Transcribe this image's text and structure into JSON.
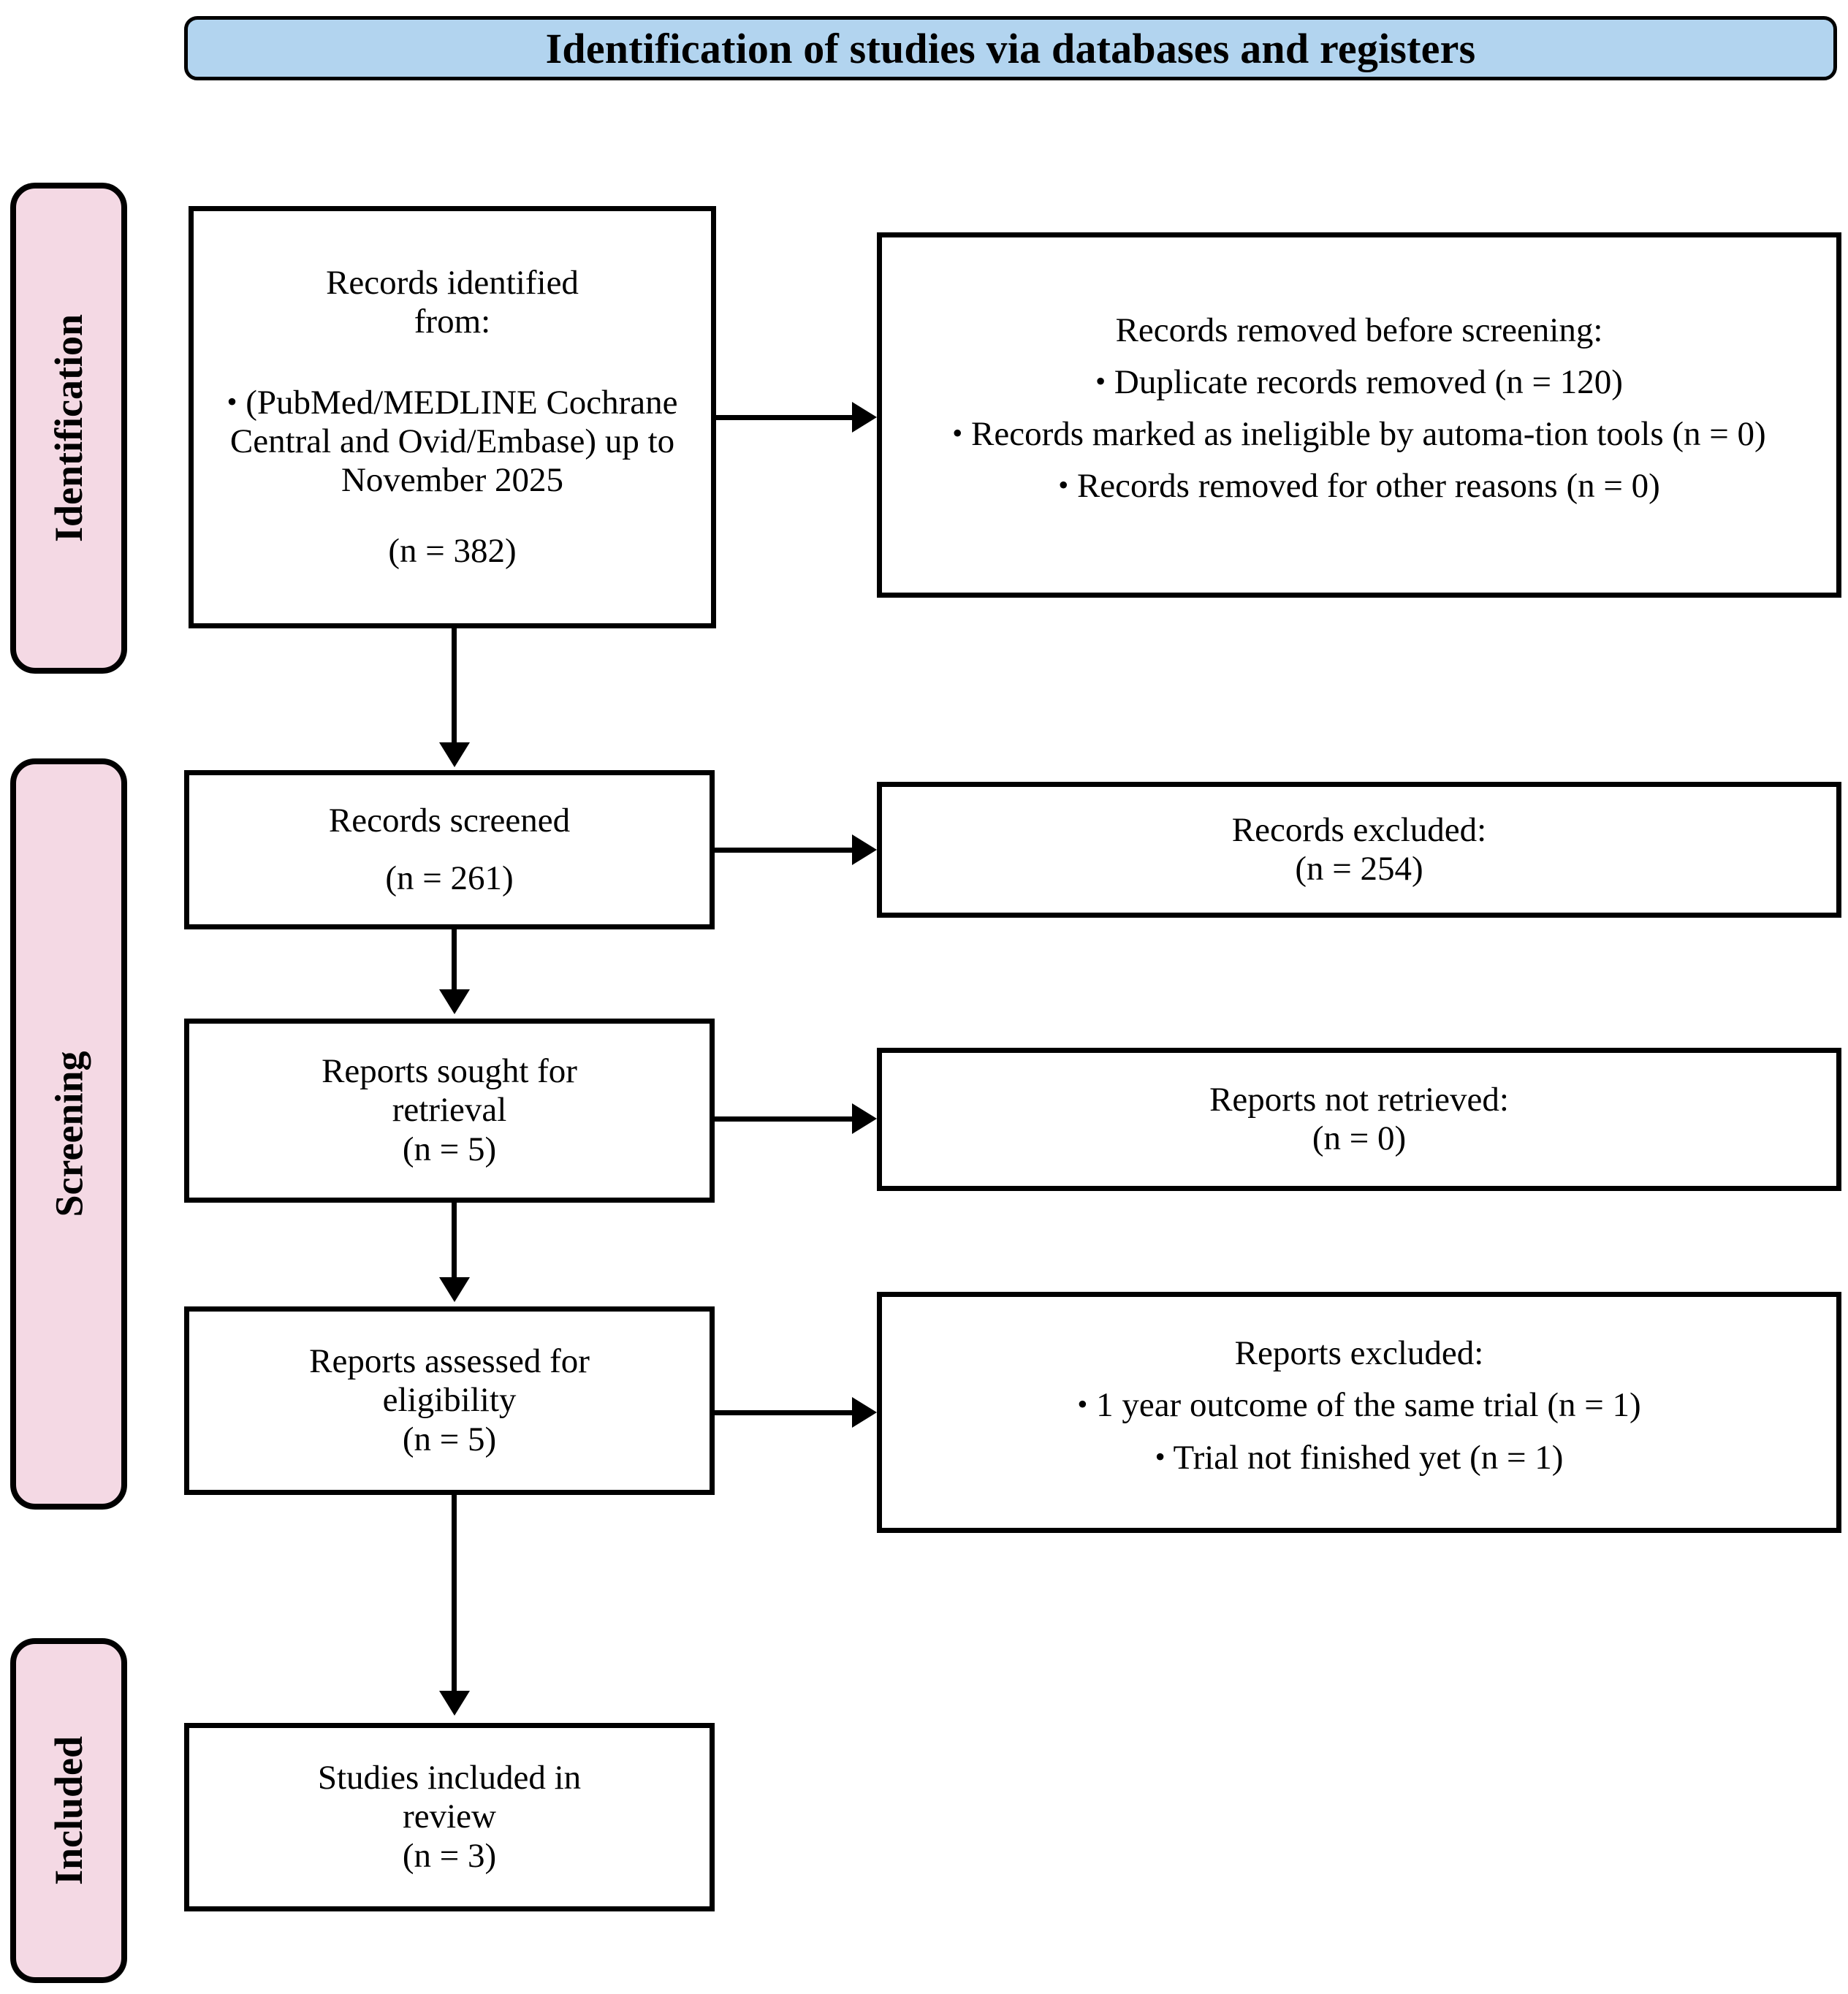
{
  "colors": {
    "banner_bg": "#b2d4ef",
    "phase_bg": "#f4d9e4",
    "border": "#000000",
    "page_bg": "#ffffff"
  },
  "banner": {
    "title": "Identification of studies via databases and registers"
  },
  "phases": [
    {
      "id": "identification",
      "label": "Identification"
    },
    {
      "id": "screening",
      "label": "Screening"
    },
    {
      "id": "included",
      "label": "Included"
    }
  ],
  "boxes": {
    "identified": {
      "title_line1": "Records identified",
      "title_line2": "from:",
      "bullet": "(PubMed/MEDLINE Cochrane Central and Ovid/Embase) up to November 2025",
      "count": "(n = 382)"
    },
    "removed": {
      "title": "Records removed before screening:",
      "bullets": [
        "Duplicate records removed (n = 120)",
        "Records marked as ineligible by automa-tion tools (n = 0)",
        "Records removed for other reasons (n = 0)"
      ]
    },
    "screened": {
      "title": "Records screened",
      "count": "(n = 261)"
    },
    "excluded": {
      "title": "Records excluded:",
      "count": "(n = 254)"
    },
    "sought": {
      "title_line1": "Reports sought for",
      "title_line2": "retrieval",
      "count": "(n = 5)"
    },
    "notretrieved": {
      "title": "Reports not retrieved:",
      "count": "(n = 0)"
    },
    "assessed": {
      "title_line1": "Reports assessed for",
      "title_line2": "eligibility",
      "count": "(n = 5)"
    },
    "repexcluded": {
      "title": "Reports excluded:",
      "bullets": [
        "1 year outcome of the same trial (n = 1)",
        "Trial not finished yet (n = 1)"
      ]
    },
    "included": {
      "title_line1": "Studies included in",
      "title_line2": "review",
      "count": "(n = 3)"
    }
  },
  "icons": {
    "bullet": "•",
    "arrow_right": "arrow-right-icon",
    "arrow_down": "arrow-down-icon"
  }
}
